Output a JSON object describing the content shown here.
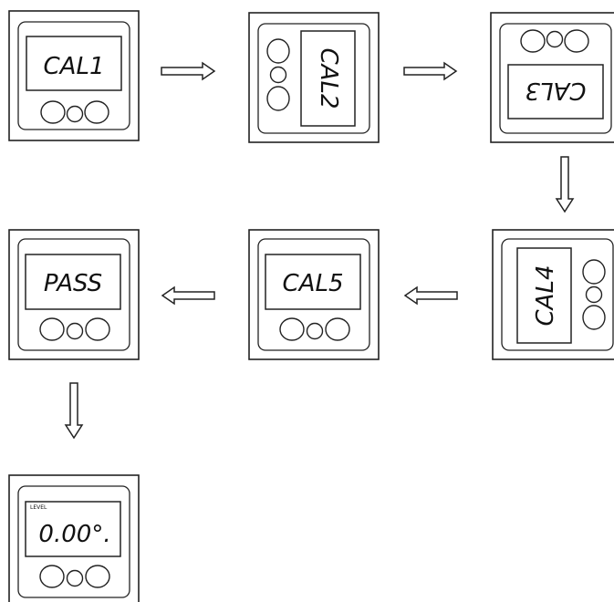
{
  "devices": [
    {
      "id": "d1",
      "display": "CAL1"
    },
    {
      "id": "d2",
      "display": "CAL2"
    },
    {
      "id": "d3",
      "display": "CAL3"
    },
    {
      "id": "d4",
      "display": "CAL4"
    },
    {
      "id": "d5",
      "display": "CAL5"
    },
    {
      "id": "d6",
      "display": "PASS"
    },
    {
      "id": "d7",
      "display": "0.00°.",
      "label": "LEVEL"
    }
  ],
  "arrows": [
    {
      "from": "d1",
      "to": "d2",
      "direction": "right"
    },
    {
      "from": "d2",
      "to": "d3",
      "direction": "right"
    },
    {
      "from": "d3",
      "to": "d4",
      "direction": "down"
    },
    {
      "from": "d4",
      "to": "d5",
      "direction": "left"
    },
    {
      "from": "d5",
      "to": "d6",
      "direction": "left"
    },
    {
      "from": "d6",
      "to": "d7",
      "direction": "down"
    }
  ],
  "colors": {
    "stroke": "#222222",
    "background": "#ffffff"
  }
}
